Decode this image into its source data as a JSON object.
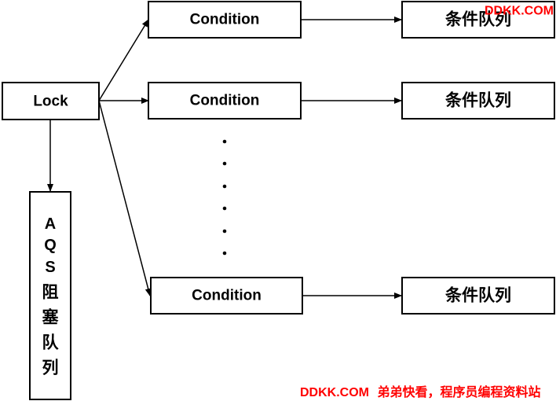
{
  "lock": {
    "label": "Lock"
  },
  "aqs_queue": {
    "chars": [
      "A",
      "Q",
      "S",
      "阻",
      "塞",
      "队",
      "列"
    ]
  },
  "conditions": [
    {
      "label": "Condition",
      "queue_label": "条件队列"
    },
    {
      "label": "Condition",
      "queue_label": "条件队列"
    },
    {
      "label": "Condition",
      "queue_label": "条件队列"
    }
  ],
  "ellipsis": {
    "dot_count": 6
  },
  "watermark": {
    "top_right": "DDKK.COM",
    "bottom_brand": "DDKK.COM",
    "bottom_slogan": "弟弟快看，程序员编程资料站",
    "color": "#ff0000"
  },
  "colors": {
    "stroke": "#000000",
    "fill": "#ffffff",
    "text": "#000000"
  }
}
